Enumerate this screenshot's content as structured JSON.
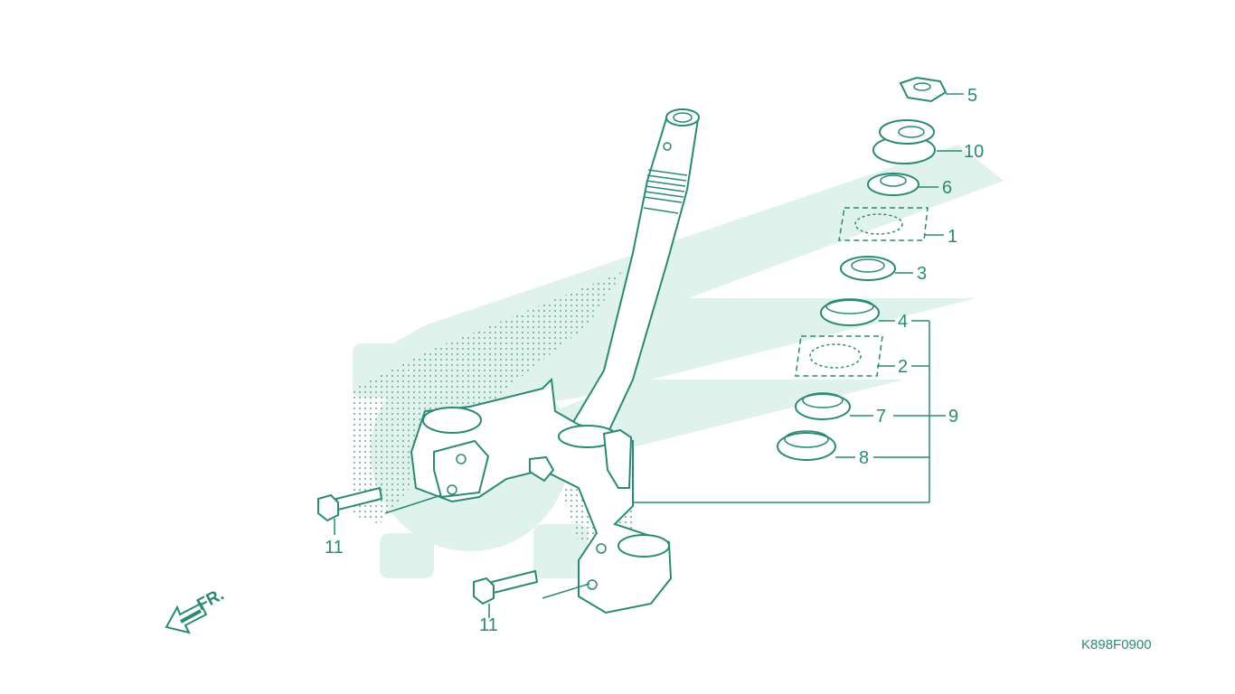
{
  "diagram": {
    "drawing_code": "K898F0900",
    "front_indicator": "FR.",
    "callouts": {
      "c1": "1",
      "c2": "2",
      "c3": "3",
      "c4": "4",
      "c5": "5",
      "c6": "6",
      "c7": "7",
      "c8": "8",
      "c9": "9",
      "c10": "10",
      "c11a": "11",
      "c11b": "11"
    }
  },
  "colors": {
    "line": "#2a8a73",
    "watermark": "#d8efe8",
    "stipple": "#7fb8a8"
  },
  "icons": [
    "front-direction-arrow-icon",
    "watermark-gear-icon"
  ]
}
